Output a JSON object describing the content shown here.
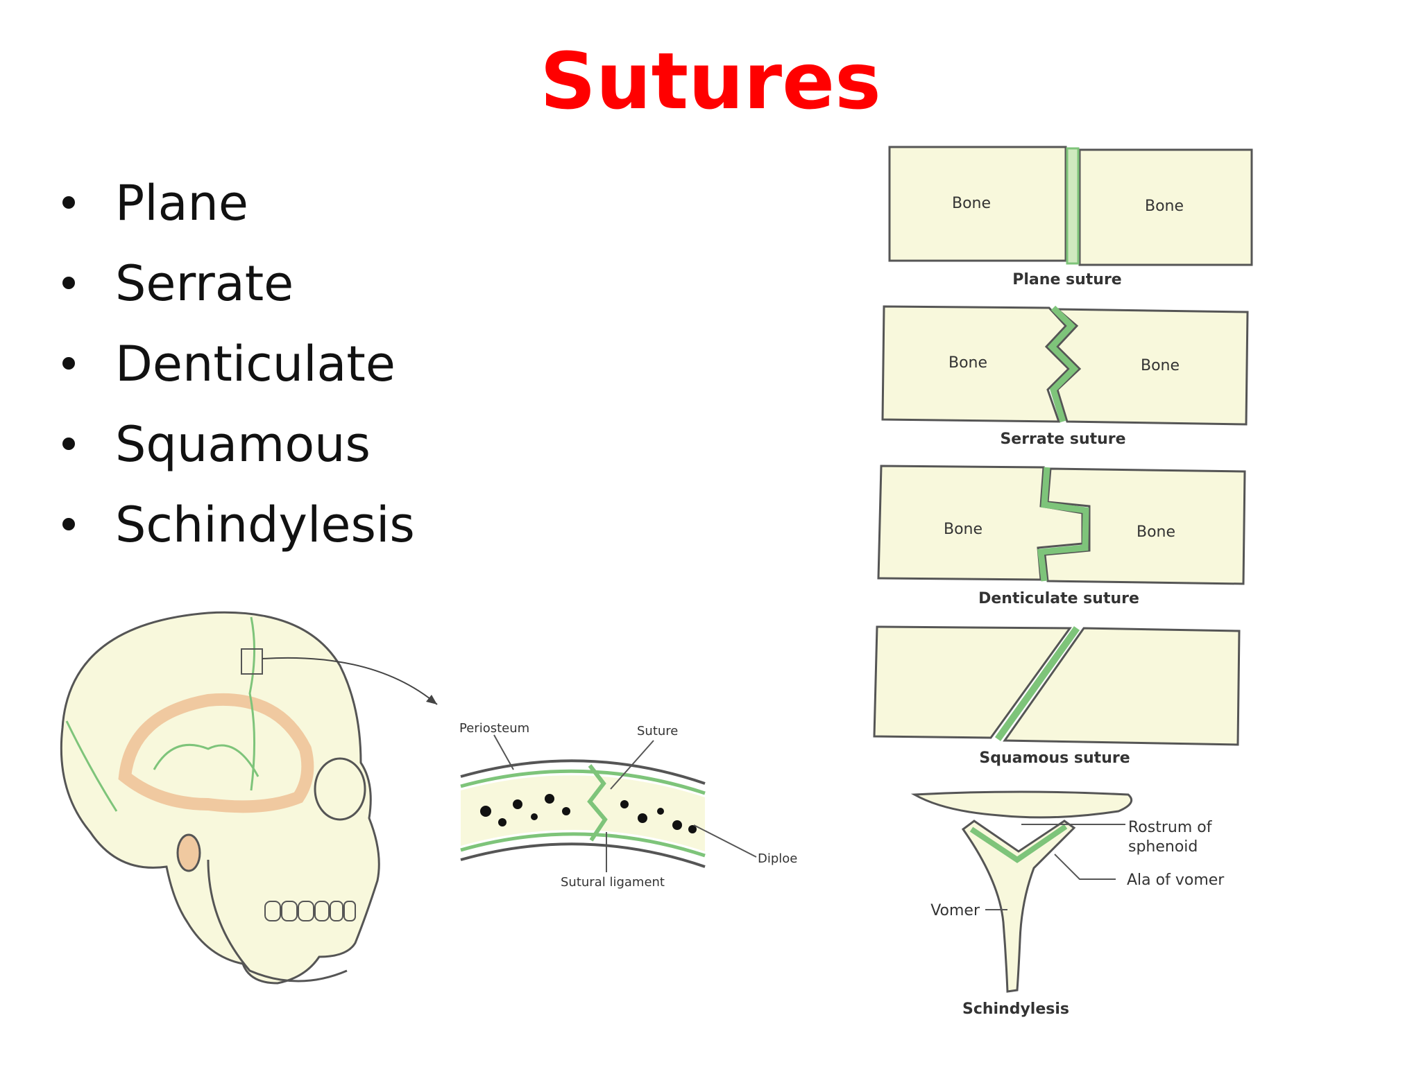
{
  "slide": {
    "title": "Sutures",
    "bullets": [
      "Plane",
      "Serrate",
      "Denticulate",
      "Squamous",
      "Schindylesis"
    ]
  },
  "suture_panels": {
    "plane": {
      "left_label": "Bone",
      "right_label": "Bone",
      "caption": "Plane suture"
    },
    "serrate": {
      "left_label": "Bone",
      "right_label": "Bone",
      "caption": "Serrate suture"
    },
    "denticulate": {
      "left_label": "Bone",
      "right_label": "Bone",
      "caption": "Denticulate suture"
    },
    "squamous": {
      "caption": "Squamous suture"
    },
    "schindylesis": {
      "label_rostrum_line1": "Rostrum of",
      "label_rostrum_line2": "sphenoid",
      "label_ala": "Ala of vomer",
      "label_vomer": "Vomer",
      "caption": "Schindylesis"
    }
  },
  "cross_section": {
    "periosteum": "Periosteum",
    "suture": "Suture",
    "diploe": "Diploe",
    "sutural_ligament": "Sutural ligament"
  },
  "colors": {
    "title": "#ff0000",
    "bone_fill": "#f8f8dc",
    "suture_green": "#7ec47a",
    "skull_orange": "#f0c9a0",
    "outline": "#555555"
  }
}
